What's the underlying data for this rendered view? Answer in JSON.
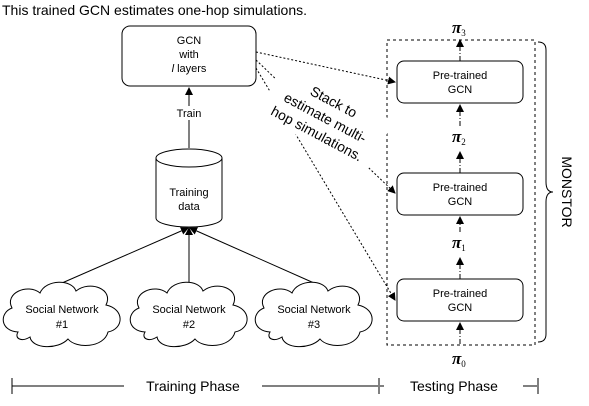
{
  "caption": "This trained GCN estimates one-hop simulations.",
  "gcn_box": {
    "line1": "GCN",
    "line2": "with",
    "line3_var": "l",
    "line3_rest": " layers"
  },
  "train_label": "Train",
  "training_data": {
    "line1": "Training",
    "line2": "data"
  },
  "networks": [
    {
      "line1": "Social Network",
      "line2": "#1"
    },
    {
      "line1": "Social Network",
      "line2": "#2"
    },
    {
      "line1": "Social Network",
      "line2": "#3"
    }
  ],
  "stack_note": [
    "Stack to",
    "estimate multi-",
    "hop simulations."
  ],
  "pretrained": [
    {
      "line1": "Pre-trained",
      "line2": "GCN"
    },
    {
      "line1": "Pre-trained",
      "line2": "GCN"
    },
    {
      "line1": "Pre-trained",
      "line2": "GCN"
    }
  ],
  "pis": [
    {
      "symbol": "π",
      "sub": "3"
    },
    {
      "symbol": "π",
      "sub": "2"
    },
    {
      "symbol": "π",
      "sub": "1"
    },
    {
      "symbol": "π",
      "sub": "0"
    }
  ],
  "monstor_label": "MONSTOR",
  "phases": {
    "training": "Training Phase",
    "testing": "Testing Phase"
  }
}
